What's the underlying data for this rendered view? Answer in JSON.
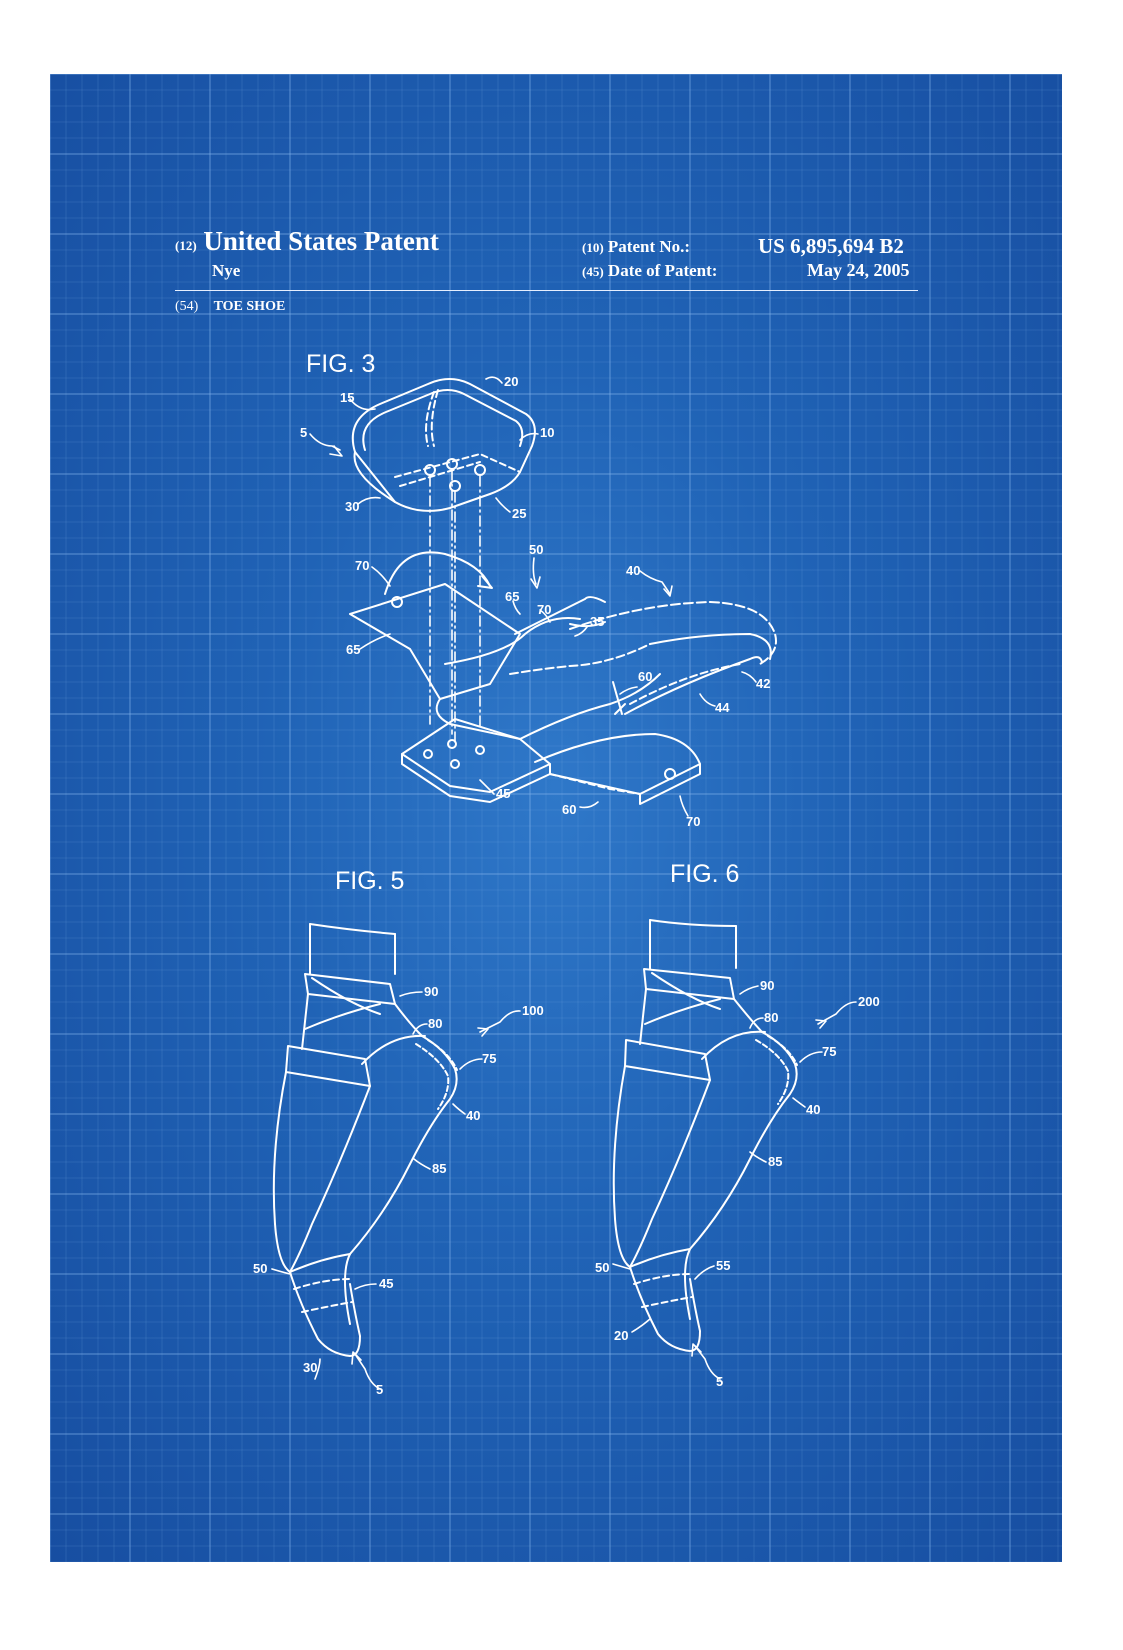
{
  "header": {
    "doc_code": "(12)",
    "doc_type": "United States Patent",
    "inventor": "Nye",
    "patent_no_code": "(10)",
    "patent_no_label": "Patent No.:",
    "patent_no": "US 6,895,694 B2",
    "date_code": "(45)",
    "date_label": "Date of Patent:",
    "date": "May 24, 2005",
    "title_code": "(54)",
    "title": "TOE SHOE"
  },
  "figures": {
    "fig3": {
      "label": "FIG. 3",
      "refs": [
        "15",
        "20",
        "5",
        "10",
        "30",
        "25",
        "50",
        "70",
        "40",
        "65",
        "70",
        "35",
        "65",
        "60",
        "42",
        "44",
        "45",
        "60",
        "70"
      ]
    },
    "fig5": {
      "label": "FIG. 5",
      "refs": [
        "90",
        "100",
        "80",
        "75",
        "40",
        "85",
        "50",
        "45",
        "30",
        "5"
      ]
    },
    "fig6": {
      "label": "FIG. 6",
      "refs": [
        "90",
        "200",
        "80",
        "75",
        "40",
        "85",
        "50",
        "55",
        "20",
        "5"
      ]
    }
  },
  "colors": {
    "background": "#2063b6",
    "grid": "#7fb0ea",
    "ink": "#ffffff"
  }
}
